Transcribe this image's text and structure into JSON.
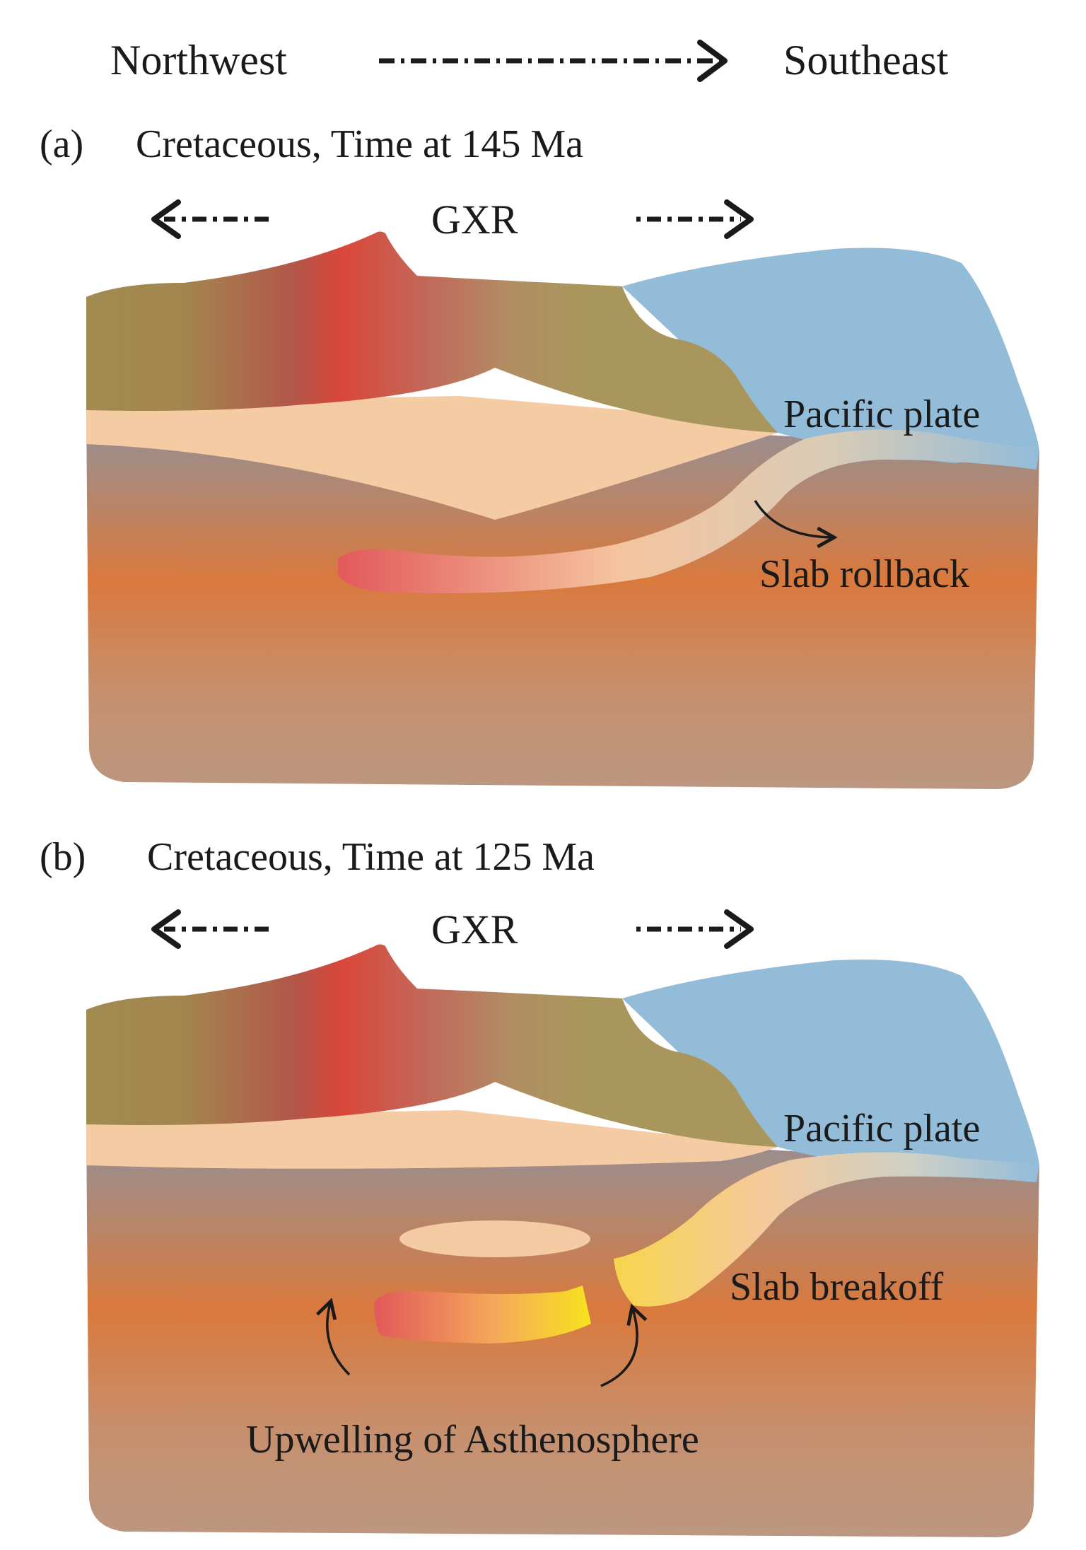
{
  "header": {
    "left_direction": "Northwest",
    "right_direction": "Southeast"
  },
  "panels": [
    {
      "tag": "(a)",
      "title": "Cretaceous, Time at 145 Ma",
      "ridge_label": "GXR",
      "plate_label": "Pacific plate",
      "process_label": "Slab rollback"
    },
    {
      "tag": "(b)",
      "title": "Cretaceous, Time at 125 Ma",
      "ridge_label": "GXR",
      "plate_label": "Pacific plate",
      "process_label": "Slab breakoff",
      "upwelling_label": "Upwelling of Asthenosphere"
    }
  ],
  "colors": {
    "ocean": "#93bcd9",
    "continent_olive": "#a18b4f",
    "volcano_red": "#d9473a",
    "crust_peach": "#f5cba4",
    "mantle_orange": "#d9793d",
    "mantle_base": "#bf967c",
    "slab_yellow": "#f7e31f"
  }
}
